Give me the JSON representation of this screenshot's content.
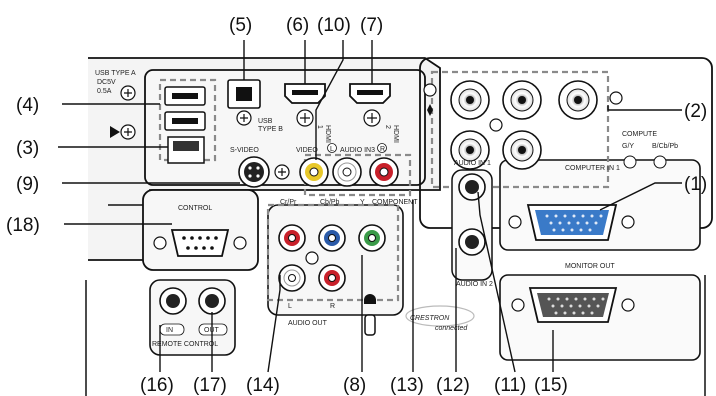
{
  "callouts": {
    "c1": "(1)",
    "c2": "(2)",
    "c3": "(3)",
    "c4": "(4)",
    "c5": "(5)",
    "c6": "(6)",
    "c7": "(7)",
    "c8": "(8)",
    "c9": "(9)",
    "c10": "(10)",
    "c11": "(11)",
    "c12": "(12)",
    "c13": "(13)",
    "c14": "(14)",
    "c15": "(15)",
    "c16": "(16)",
    "c17": "(17)",
    "c18": "(18)"
  },
  "labels": {
    "usb_a_line1": "USB TYPE A",
    "usb_a_line2": "DC5V",
    "usb_a_line3": "0.5A",
    "usb_b_line1": "USB",
    "usb_b_line2": "TYPE B",
    "hdmi1_line1": "HDMI",
    "hdmi1_line2": "1",
    "hdmi2_line1": "HDMI",
    "hdmi2_line2": "2",
    "svideo": "S-VIDEO",
    "video": "VIDEO",
    "audio_in3": "AUDIO IN3",
    "audio_l": "L",
    "audio_r": "R",
    "control": "CONTROL",
    "cr_pr": "Cr/Pr",
    "cb_pb": "Cb/Pb",
    "y": "Y",
    "component": "COMPONENT",
    "audio_out": "AUDIO OUT",
    "audio_in1": "AUDIO IN 1",
    "audio_in2": "AUDIO IN 2",
    "computer_in1": "COMPUTER IN 1",
    "monitor_out": "MONITOR OUT",
    "compute": "COMPUTE",
    "gy": "G/Y",
    "bcbpb": "B/Cb/Pb",
    "in": "IN",
    "out": "OUT",
    "remote_control": "REMOTE CONTROL",
    "crestron": "CRESTRON",
    "connected": "connected"
  },
  "colors": {
    "panel": "#f2f2f2",
    "outline": "#111111",
    "dashed": "#8a8a8a",
    "rca_yellow": "#e8c82a",
    "rca_red": "#c8202a",
    "rca_green": "#3a9a48",
    "rca_blue": "#2a5aa8",
    "vga_blue": "#3a7ac8"
  }
}
